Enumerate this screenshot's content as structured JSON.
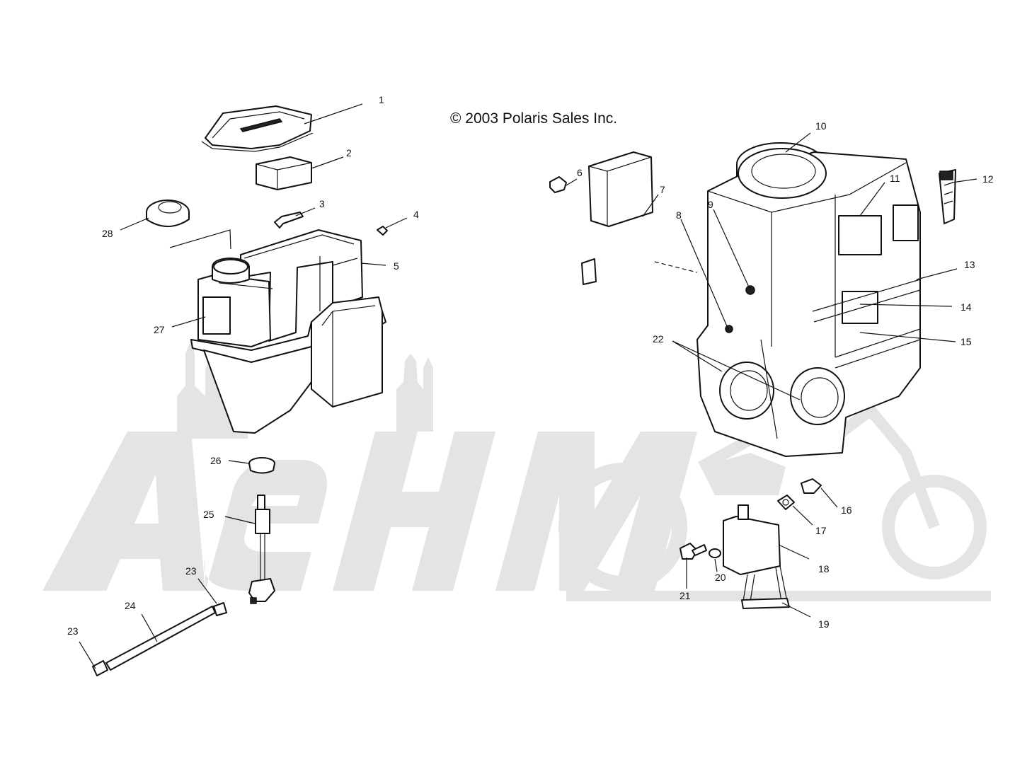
{
  "copyright": "© 2003 Polaris Sales Inc.",
  "watermark": "AёHMoto",
  "labels": {
    "p1": "1",
    "p2": "2",
    "p3": "3",
    "p4": "4",
    "p5": "5",
    "p6": "6",
    "p7": "7",
    "p8": "8",
    "p9": "9",
    "p10": "10",
    "p11": "11",
    "p12": "12",
    "p13": "13",
    "p14": "14",
    "p15": "15",
    "p16": "16",
    "p17": "17",
    "p18": "18",
    "p19": "19",
    "p20": "20",
    "p21": "21",
    "p22": "22",
    "p23a": "23",
    "p23b": "23",
    "p24": "24",
    "p25": "25",
    "p26": "26",
    "p27": "27",
    "p28": "28"
  },
  "colors": {
    "line": "#111111",
    "watermark": "#e4e4e4",
    "background": "#ffffff"
  }
}
